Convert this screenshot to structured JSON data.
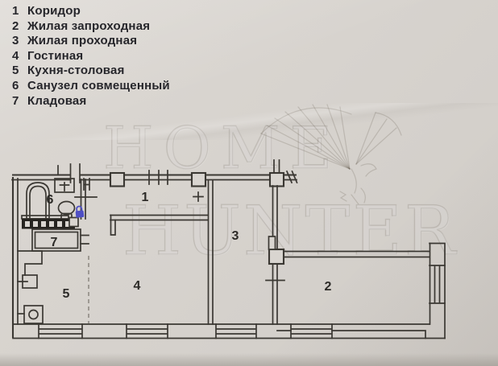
{
  "legend": {
    "items": [
      {
        "num": "1",
        "label": "Коридор"
      },
      {
        "num": "2",
        "label": "Жилая запроходная"
      },
      {
        "num": "3",
        "label": "Жилая проходная"
      },
      {
        "num": "4",
        "label": "Гостиная"
      },
      {
        "num": "5",
        "label": "Кухня-столовая"
      },
      {
        "num": "6",
        "label": "Санузел совмещенный"
      },
      {
        "num": "7",
        "label": "Кладовая"
      }
    ]
  },
  "watermark": {
    "line1": "HOME",
    "line2": "HUNTER",
    "logo": "eagle-icon"
  },
  "plan": {
    "rooms": [
      {
        "num": "1",
        "name": "Коридор"
      },
      {
        "num": "2",
        "name": "Жилая запроходная"
      },
      {
        "num": "3",
        "name": "Жилая проходная"
      },
      {
        "num": "4",
        "name": "Гостиная"
      },
      {
        "num": "5",
        "name": "Кухня-столовая"
      },
      {
        "num": "6",
        "name": "Санузел совмещенный"
      },
      {
        "num": "7",
        "name": "Кладовая"
      }
    ],
    "fixtures": [
      "bathtub",
      "sink",
      "toilet",
      "vent-shaft",
      "kitchen-sink",
      "stove"
    ],
    "lock_icon": "lock-icon"
  },
  "colors": {
    "paper": "#d7d3ce",
    "ink": "#3b3833",
    "lock_accent": "#4f4fc4",
    "vent_fill": "#262420"
  }
}
